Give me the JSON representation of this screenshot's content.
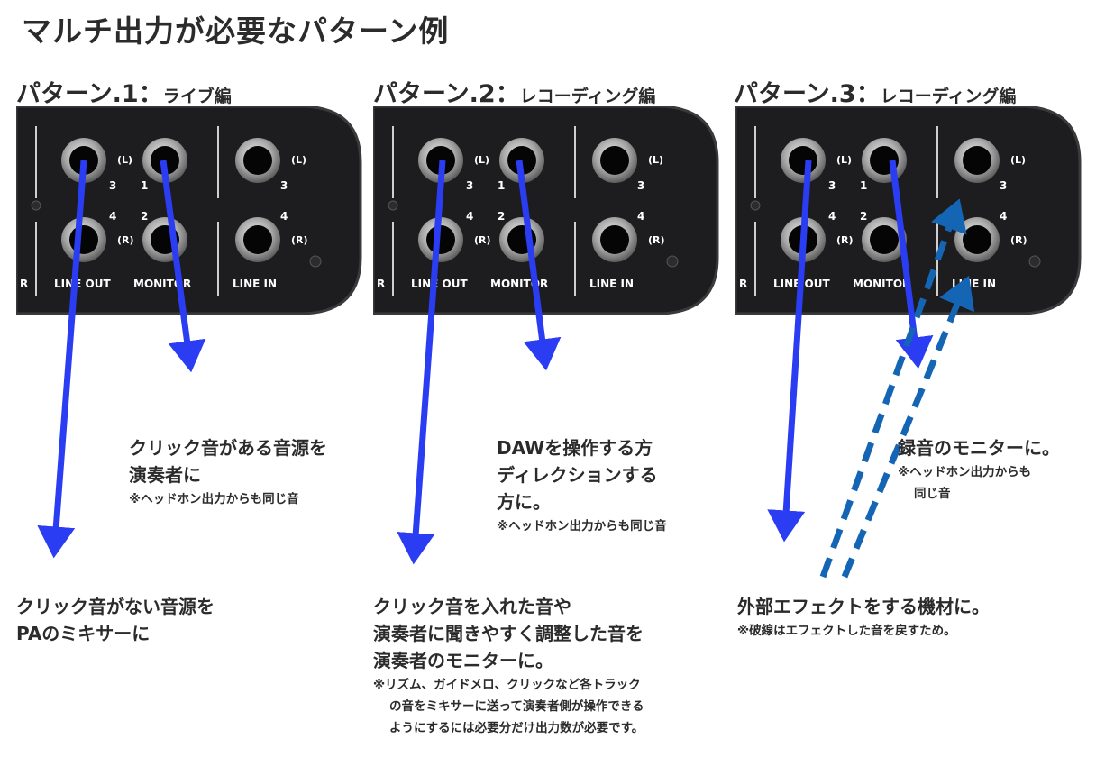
{
  "page_title": "マルチ出力が必要なパターン例",
  "colors": {
    "arrow": "#2a3df2",
    "return_arrow": "#1565b5",
    "panel": "#1d1d1f"
  },
  "panel_labels": {
    "jack_top_left": "3",
    "jack_top_right": "1",
    "jack_bottom_left": "4",
    "jack_bottom_right": "2",
    "channel_left": "(L)",
    "channel_right": "(R)",
    "line_in_top": "3",
    "line_in_bottom": "4",
    "line_out": "LINE OUT",
    "monitor": "MONITOR",
    "line_in": "LINE IN",
    "cut_edge": "R"
  },
  "patterns": [
    {
      "number": "パターン.1：",
      "title": "ライブ編",
      "texts": [
        {
          "lines": [
            "クリック音がない音源を",
            "PAのミキサーに"
          ],
          "note_lines": []
        },
        {
          "lines": [
            "クリック音がある音源を",
            "演奏者に"
          ],
          "note_lines": [
            "※ヘッドホン出力からも同じ音"
          ]
        }
      ]
    },
    {
      "number": "パターン.2：",
      "title": "レコーディング編",
      "texts": [
        {
          "lines": [
            "クリック音を入れた音や",
            "演奏者に聞きやすく調整した音を",
            "演奏者のモニターに。"
          ],
          "note_lines": [
            "※リズム、ガイドメロ、クリックなど各トラック",
            "の音をミキサーに送って演奏者側が操作できる",
            "ようにするには必要分だけ出力数が必要です。"
          ]
        },
        {
          "lines": [
            "DAWを操作する方",
            "ディレクションする",
            "方に。"
          ],
          "note_lines": [
            "※ヘッドホン出力からも同じ音"
          ]
        }
      ]
    },
    {
      "number": "パターン.3：",
      "title": "レコーディング編",
      "texts": [
        {
          "lines": [
            "外部エフェクトをする機材に。"
          ],
          "note_lines": [
            "※破線はエフェクトした音を戻すため。"
          ]
        },
        {
          "lines": [
            "録音のモニターに。"
          ],
          "note_lines": [
            "※ヘッドホン出力からも",
            "同じ音"
          ]
        }
      ]
    }
  ]
}
